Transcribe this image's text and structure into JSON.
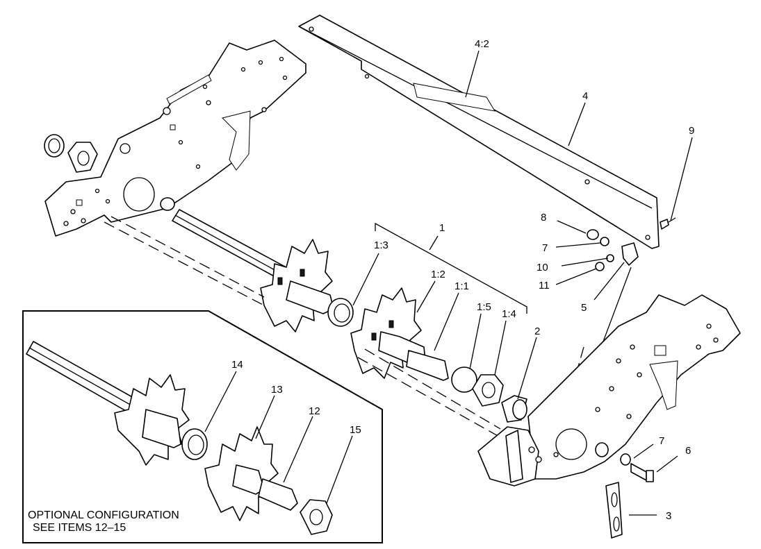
{
  "callouts": {
    "c1": "1",
    "c1_3": "1:3",
    "c1_2": "1:2",
    "c1_1": "1:1",
    "c1_5": "1:5",
    "c1_4": "1:4",
    "c2": "2",
    "c3": "3",
    "c4": "4",
    "c4_2": "4:2",
    "c5": "5",
    "c6": "6",
    "c7a": "7",
    "c7b": "7",
    "c8": "8",
    "c9": "9",
    "c10": "10",
    "c11": "11",
    "c12": "12",
    "c13": "13",
    "c14": "14",
    "c15": "15"
  },
  "inset": {
    "line1": "OPTIONAL CONFIGURATION",
    "line2": "SEE ITEMS 12–15"
  }
}
